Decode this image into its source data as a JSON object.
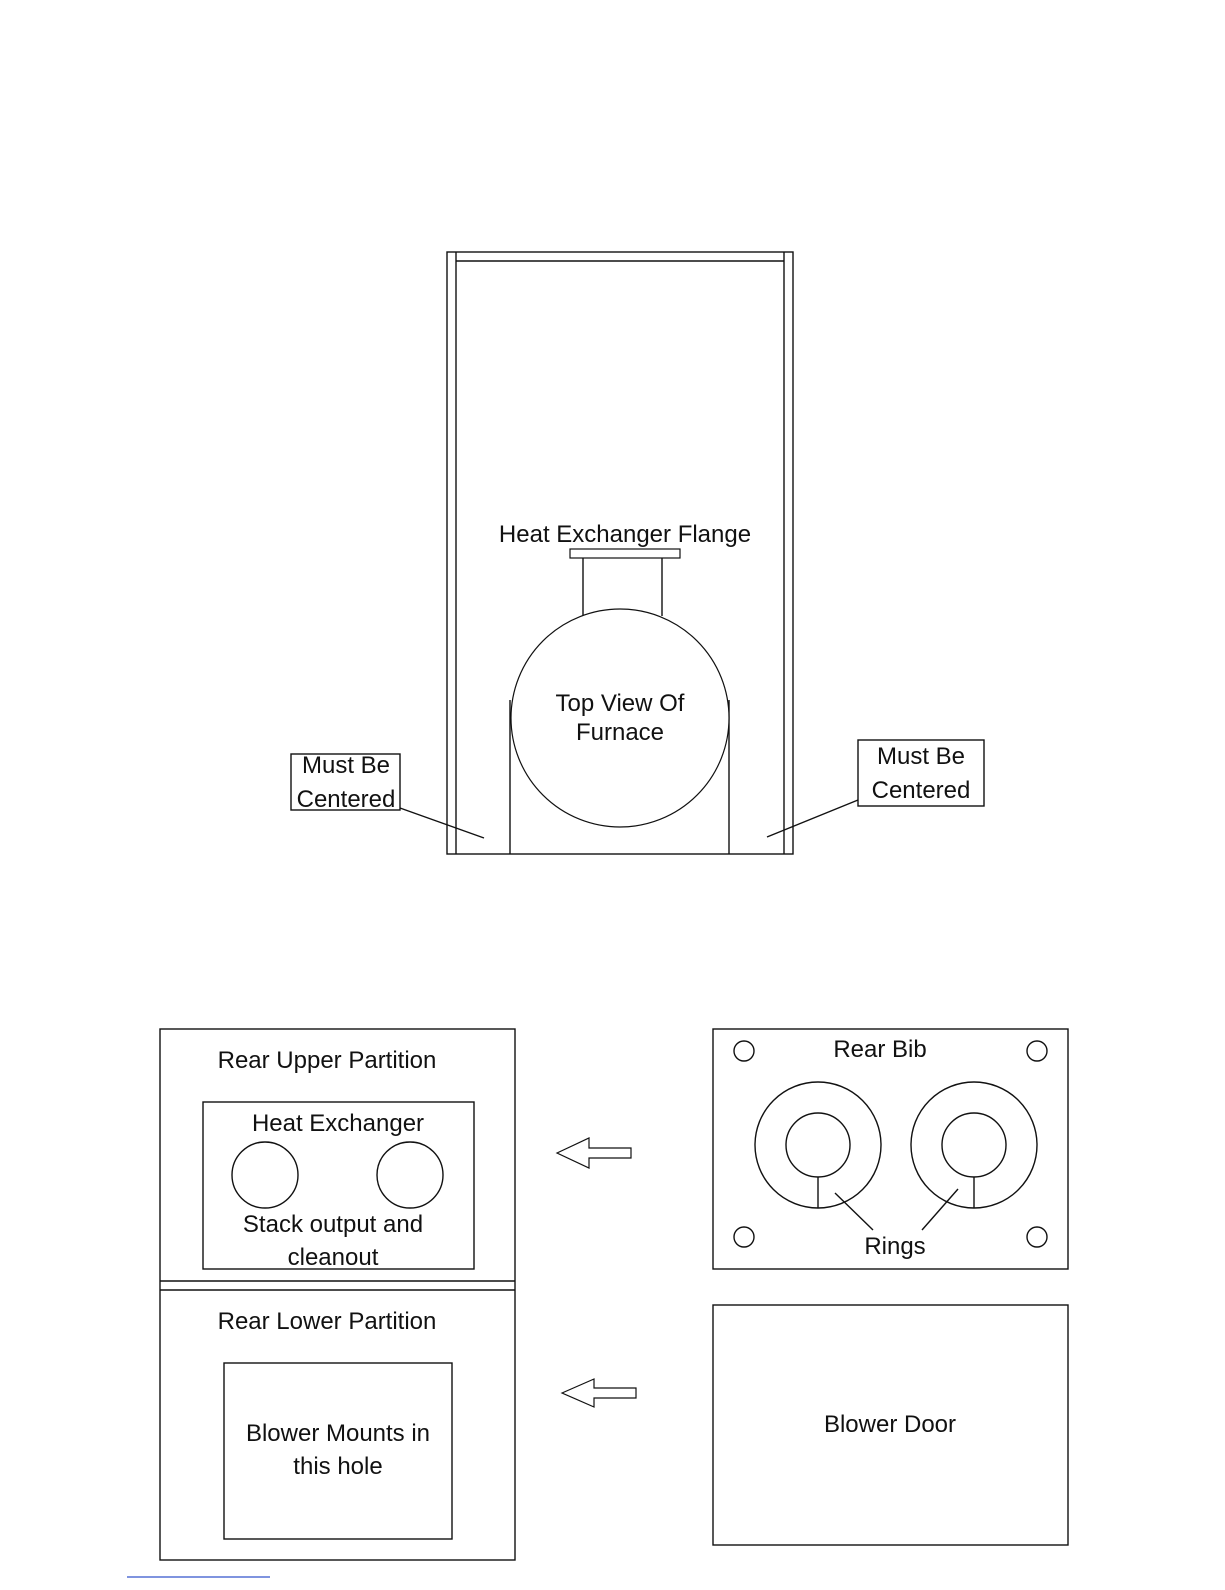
{
  "top_view": {
    "flange_label": "Heat Exchanger Flange",
    "furnace_label_line1": "Top View Of",
    "furnace_label_line2": "Furnace",
    "left_note_line1": "Must Be",
    "left_note_line2": "Centered",
    "right_note_line1": "Must Be",
    "right_note_line2": "Centered"
  },
  "rear_upper_partition": {
    "title": "Rear Upper Partition",
    "inner_title": "Heat Exchanger",
    "caption_line1": "Stack output and",
    "caption_line2": "cleanout"
  },
  "rear_lower_partition": {
    "title": "Rear Lower Partition",
    "inner_line1": "Blower Mounts in",
    "inner_line2": "this hole"
  },
  "rear_bib": {
    "title": "Rear Bib",
    "rings_label": "Rings"
  },
  "blower_door": {
    "label": "Blower Door"
  }
}
